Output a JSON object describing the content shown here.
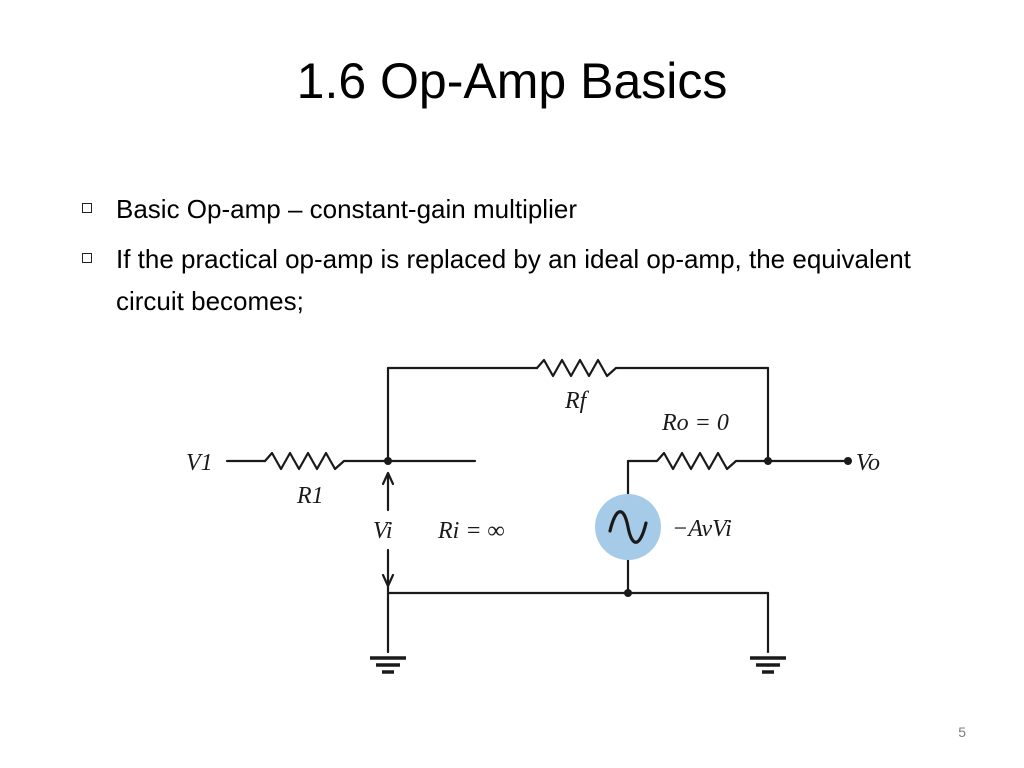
{
  "slide": {
    "title": "1.6 Op-Amp Basics",
    "bullets": [
      "Basic Op-amp – constant-gain multiplier",
      "If the practical op-amp is replaced by an ideal op-amp, the equivalent circuit becomes;"
    ],
    "page_number": "5"
  },
  "circuit": {
    "labels": {
      "input": "V1",
      "r1": "R1",
      "rf": "Rf",
      "ro": "Ro = 0",
      "output": "Vo",
      "vi": "Vi",
      "ri": "Ri = ∞",
      "source": "−AvVi"
    },
    "colors": {
      "source_fill": "#a6cbe8",
      "wire": "#1a1a1a"
    }
  }
}
